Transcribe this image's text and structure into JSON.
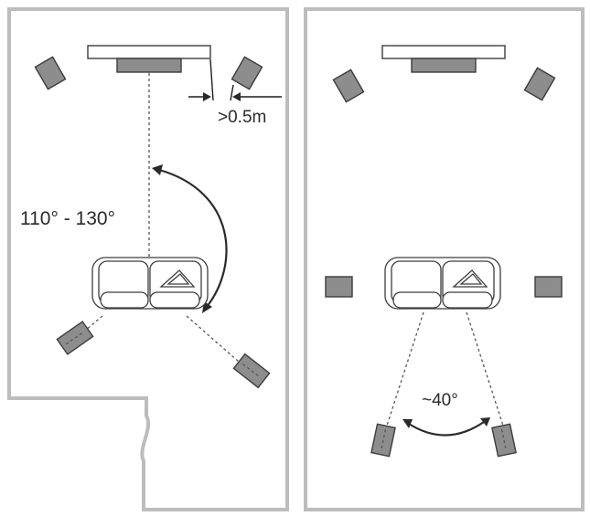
{
  "left_panel": {
    "angle_label": "110° - 130°",
    "distance_label": ">0.5m"
  },
  "right_panel": {
    "angle_label": "~40°"
  },
  "colors": {
    "wall": "#bdbdbd",
    "speaker_fill": "#8d8d8d",
    "outline": "#3d3d3d"
  }
}
